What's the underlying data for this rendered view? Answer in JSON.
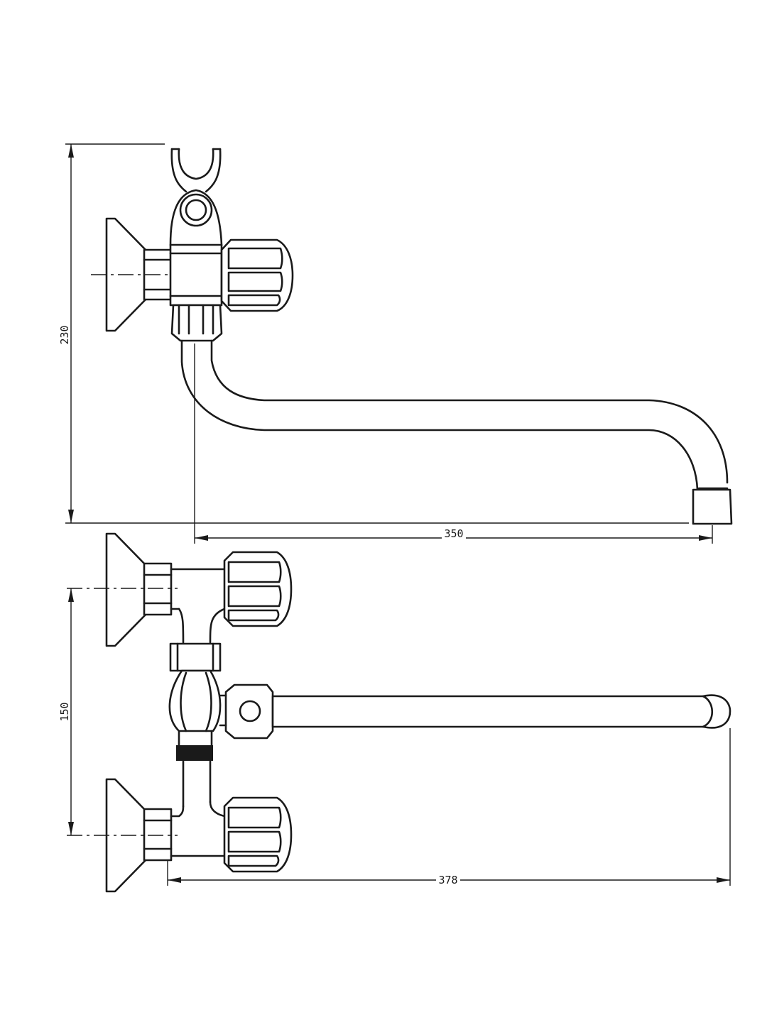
{
  "dimensions": {
    "height_side": "230",
    "length_side": "350",
    "center_distance": "150",
    "length_top": "378"
  }
}
